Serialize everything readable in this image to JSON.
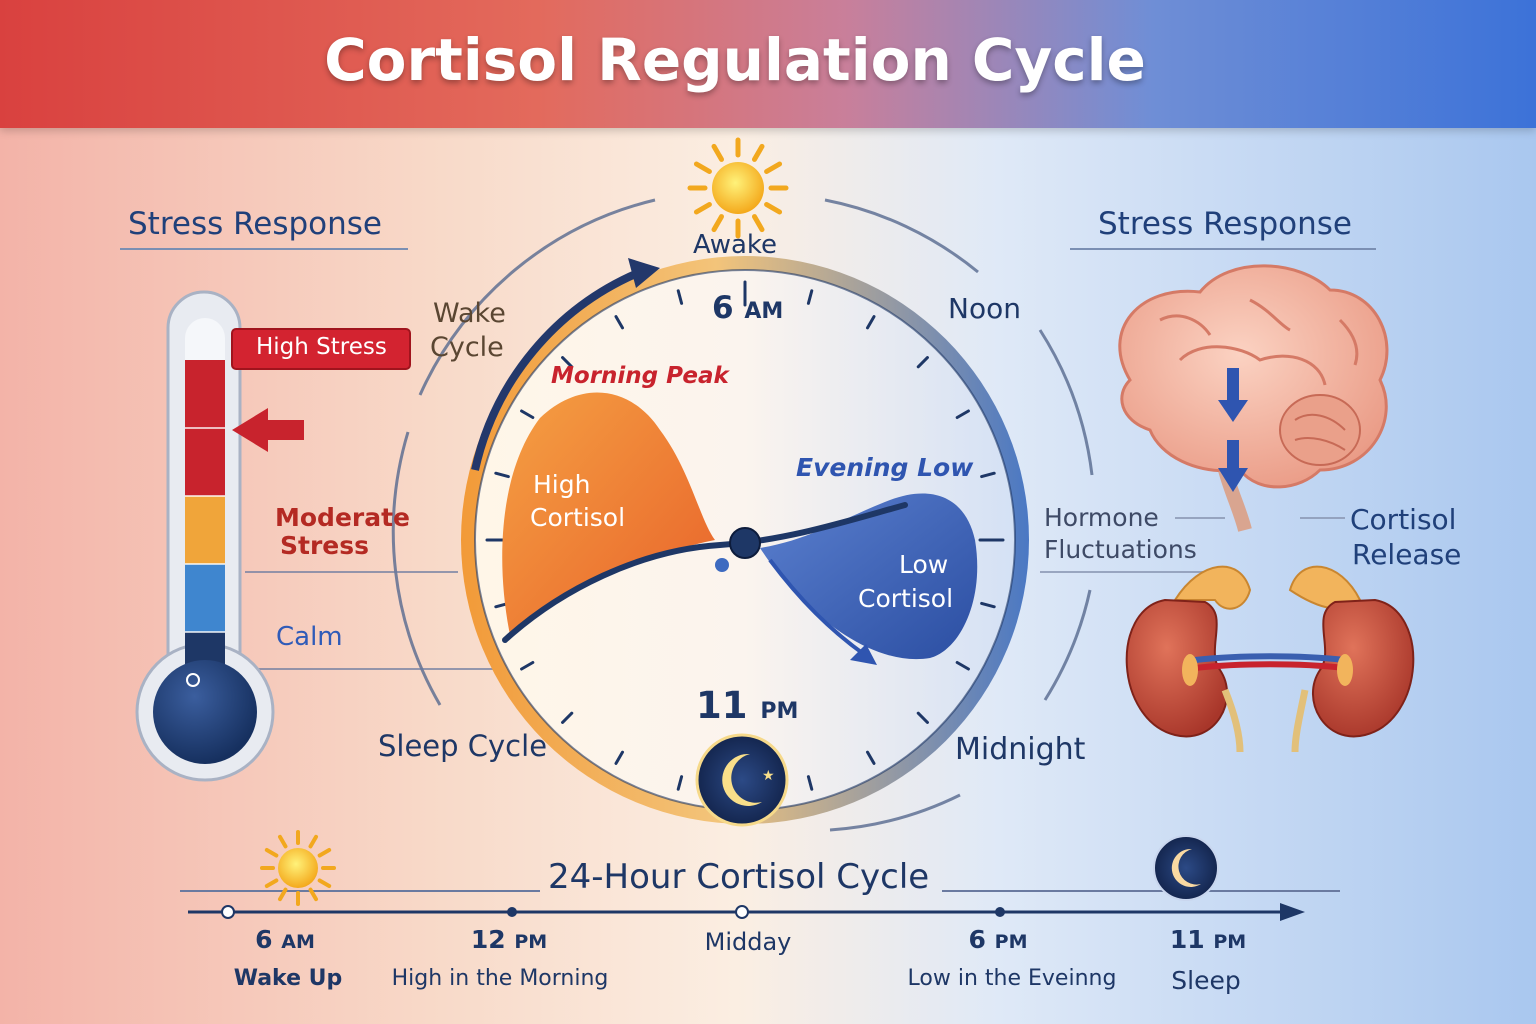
{
  "title": "Cortisol Regulation Cycle",
  "left_panel": {
    "heading": "Stress Response",
    "high_stress_label": "High Stress",
    "moderate_label_line1": "Moderate",
    "moderate_label_line2": "Stress",
    "calm_label": "Calm"
  },
  "clock": {
    "awake_label": "Awake",
    "top_time_num": "6",
    "top_time_unit": "AM",
    "bottom_time_num": "11",
    "bottom_time_unit": "PM",
    "noon_label": "Noon",
    "midnight_label": "Midnight",
    "wake_cycle_line1": "Wake",
    "wake_cycle_line2": "Cycle",
    "sleep_cycle_label": "Sleep Cycle",
    "morning_peak_label": "Morning Peak",
    "evening_low_label": "Evening Low",
    "high_cortisol_line1": "High",
    "high_cortisol_line2": "Cortisol",
    "low_cortisol_line1": "Low",
    "low_cortisol_line2": "Cortisol"
  },
  "right_panel": {
    "heading": "Stress Response",
    "hormone_line1": "Hormone",
    "hormone_line2": "Fluctuations",
    "release_line1": "Cortisol",
    "release_line2": "Release"
  },
  "timeline": {
    "heading": "24-Hour Cortisol Cycle",
    "points": [
      {
        "num": "6",
        "unit": "AM",
        "caption": "Wake Up"
      },
      {
        "num": "12",
        "unit": "PM",
        "caption": "High in the Morning"
      },
      {
        "num": "",
        "unit": "",
        "caption": "Midday"
      },
      {
        "num": "6",
        "unit": "PM",
        "caption": "Low in the Eveinng"
      },
      {
        "num": "11",
        "unit": "PM",
        "caption": "Sleep"
      }
    ]
  },
  "colors": {
    "warm_accent": "#e8782a",
    "cool_accent": "#3f63b8",
    "navy_text": "#1e3766",
    "high_stress_red": "#c8202a"
  }
}
